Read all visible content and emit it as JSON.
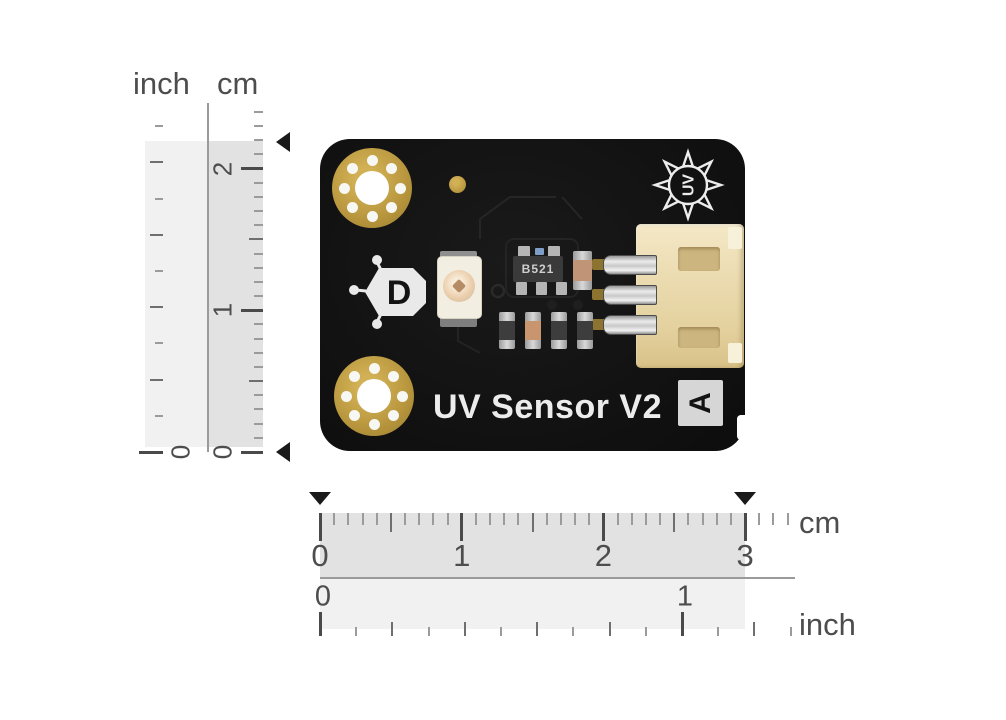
{
  "scale_header": {
    "inch": "inch",
    "cm": "cm"
  },
  "vertical_ruler": {
    "cm_labels": [
      "0",
      "1",
      "2"
    ],
    "inch_labels": [
      "0"
    ],
    "arrow_marks_cm": [
      0,
      2.2
    ]
  },
  "horizontal_ruler": {
    "cm_labels": [
      "0",
      "1",
      "2",
      "3"
    ],
    "inch_labels": [
      "0",
      "1"
    ],
    "cm_unit": "cm",
    "inch_unit": "inch",
    "arrow_marks_cm": [
      0,
      3
    ]
  },
  "board": {
    "title": "UV Sensor V2",
    "version_badge": "A",
    "ic_marking": "B521",
    "sun_logo_text": "UV",
    "maker_logo_letter": "D"
  },
  "colors": {
    "board_black": "#131313",
    "pad_gold": "#bb9940",
    "connector_cream": "#e9d8ac",
    "silk_white": "#ececec",
    "ruler_band_cm": "#e2e2e2",
    "ruler_band_inch": "#f1f1f1",
    "tick_major": "#4a4a4a",
    "tick_minor": "#9b9b9b",
    "label_gray": "#4d4d4d",
    "arrow_black": "#1a1a1a"
  }
}
